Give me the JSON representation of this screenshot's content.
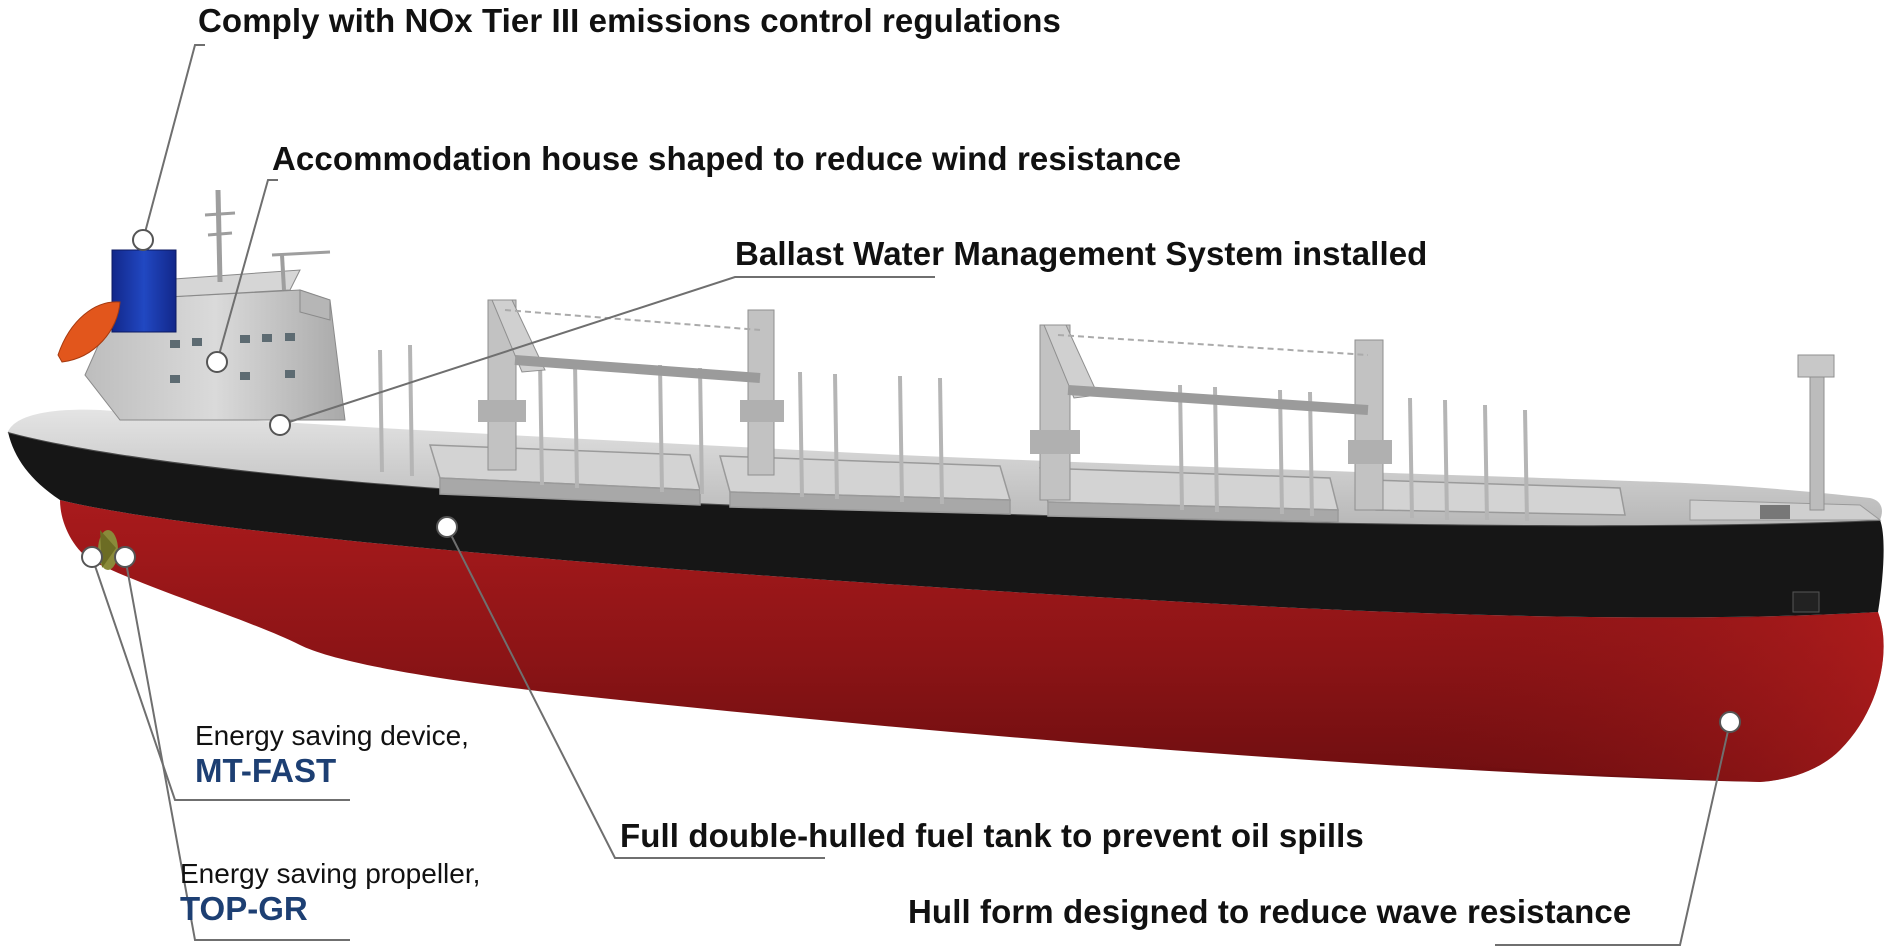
{
  "callouts": {
    "nox": "Comply with NOx Tier III emissions control regulations",
    "accommodation": "Accommodation house shaped to reduce wind resistance",
    "ballast": "Ballast Water Management System installed",
    "fuel_tank": "Full double-hulled fuel tank to prevent oil spills",
    "hull_form": "Hull form designed to reduce wave resistance",
    "esd_caption": "Energy saving device,",
    "esd_name": "MT-FAST",
    "propeller_caption": "Energy saving propeller,",
    "propeller_name": "TOP-GR"
  },
  "colors": {
    "hull_red": "#8e1516",
    "hull_black": "#151515",
    "deck_grey": "#c9c9c9",
    "funnel_blue": "#1a3aa8",
    "lifeboat_orange": "#e2561c",
    "brand_blue": "#1d3f73",
    "leader_line": "#6f6f6f"
  }
}
